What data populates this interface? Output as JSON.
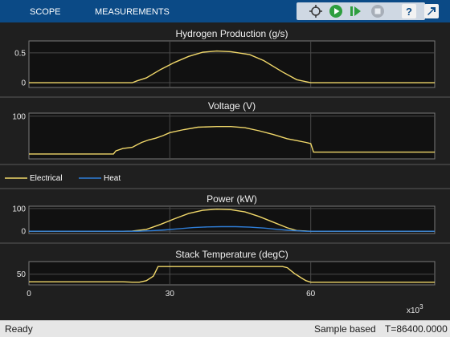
{
  "toolbar": {
    "tabs": [
      {
        "label": "SCOPE"
      },
      {
        "label": "MEASUREMENTS"
      }
    ],
    "buttons": [
      {
        "name": "highlight-signal",
        "icon": "signal-highlight-icon"
      },
      {
        "name": "run",
        "icon": "play-icon",
        "color": "#2e9e3e"
      },
      {
        "name": "step-forward",
        "icon": "step-forward-icon",
        "color": "#2e9e3e"
      },
      {
        "name": "stop",
        "icon": "stop-icon"
      },
      {
        "name": "help",
        "icon": "help-icon"
      },
      {
        "name": "undock",
        "icon": "expand-arrow-icon"
      }
    ]
  },
  "status": {
    "left": "Ready",
    "mode": "Sample based",
    "time": "T=86400.0000"
  },
  "colors": {
    "electrical": "#f1d86a",
    "heat": "#2f7ed8",
    "grid": "#4a4a4a",
    "axes_bg": "#111111"
  },
  "chart_data": [
    {
      "type": "line",
      "title": "Hydrogen Production (g/s)",
      "xlim": [
        0,
        86400
      ],
      "ylim": [
        -0.08,
        0.7
      ],
      "yticks": [
        {
          "v": 0,
          "label": "0"
        },
        {
          "v": 0.5,
          "label": "0.5"
        }
      ],
      "series": [
        {
          "color": "#f1d86a",
          "points": [
            [
              0,
              0
            ],
            [
              22000,
              0
            ],
            [
              23000,
              0.03
            ],
            [
              25000,
              0.08
            ],
            [
              28000,
              0.22
            ],
            [
              31000,
              0.34
            ],
            [
              34000,
              0.44
            ],
            [
              37000,
              0.51
            ],
            [
              40000,
              0.53
            ],
            [
              43000,
              0.52
            ],
            [
              47000,
              0.47
            ],
            [
              50000,
              0.37
            ],
            [
              54000,
              0.18
            ],
            [
              57000,
              0.05
            ],
            [
              60000,
              0
            ],
            [
              86400,
              0
            ]
          ]
        }
      ]
    },
    {
      "type": "line",
      "title": "Voltage (V)",
      "xlim": [
        0,
        86400
      ],
      "ylim": [
        30,
        105
      ],
      "yticks": [
        {
          "v": 100,
          "label": "100"
        }
      ],
      "series": [
        {
          "color": "#f1d86a",
          "points": [
            [
              0,
              38
            ],
            [
              18000,
              38
            ],
            [
              18500,
              43
            ],
            [
              20000,
              47
            ],
            [
              22000,
              49
            ],
            [
              23000,
              53
            ],
            [
              24000,
              57
            ],
            [
              25500,
              61
            ],
            [
              27000,
              64
            ],
            [
              28500,
              68
            ],
            [
              30000,
              73
            ],
            [
              33000,
              78
            ],
            [
              36000,
              82
            ],
            [
              40000,
              83
            ],
            [
              43000,
              83
            ],
            [
              46000,
              81
            ],
            [
              49000,
              76
            ],
            [
              52000,
              70
            ],
            [
              55000,
              63
            ],
            [
              57000,
              60
            ],
            [
              59000,
              57
            ],
            [
              60000,
              55
            ],
            [
              60600,
              41
            ],
            [
              61000,
              41
            ],
            [
              86400,
              41
            ]
          ]
        }
      ]
    },
    {
      "type": "line",
      "title": "Power (kW)",
      "xlim": [
        0,
        86400
      ],
      "ylim": [
        -10,
        110
      ],
      "yticks": [
        {
          "v": 0,
          "label": "0"
        },
        {
          "v": 100,
          "label": "100"
        }
      ],
      "series": [
        {
          "name": "Electrical",
          "color": "#f1d86a",
          "points": [
            [
              0,
              0
            ],
            [
              20000,
              0
            ],
            [
              22000,
              1
            ],
            [
              25000,
              8
            ],
            [
              28000,
              30
            ],
            [
              31000,
              55
            ],
            [
              34000,
              78
            ],
            [
              37000,
              92
            ],
            [
              40000,
              97
            ],
            [
              43000,
              95
            ],
            [
              46000,
              85
            ],
            [
              49000,
              65
            ],
            [
              52000,
              40
            ],
            [
              55000,
              15
            ],
            [
              57000,
              3
            ],
            [
              60000,
              0
            ],
            [
              86400,
              0
            ]
          ]
        },
        {
          "name": "Heat",
          "color": "#2f7ed8",
          "points": [
            [
              0,
              0
            ],
            [
              23000,
              0
            ],
            [
              26000,
              2
            ],
            [
              29000,
              6
            ],
            [
              32000,
              11
            ],
            [
              35000,
              16
            ],
            [
              38000,
              19
            ],
            [
              41000,
              20
            ],
            [
              44000,
              20
            ],
            [
              47000,
              18
            ],
            [
              50000,
              14
            ],
            [
              53000,
              8
            ],
            [
              56000,
              3
            ],
            [
              59000,
              0
            ],
            [
              86400,
              0
            ]
          ]
        }
      ]
    },
    {
      "type": "line",
      "title": "Stack Temperature (degC)",
      "xlim": [
        0,
        86400
      ],
      "ylim": [
        22,
        83
      ],
      "yticks": [
        {
          "v": 50,
          "label": "50"
        }
      ],
      "xticks": [
        {
          "v": 0,
          "label": "0"
        },
        {
          "v": 30000,
          "label": "30"
        },
        {
          "v": 60000,
          "label": "60"
        }
      ],
      "xexponent": "x10",
      "xexponent_power": "3",
      "series": [
        {
          "color": "#f1d86a",
          "points": [
            [
              0,
              30
            ],
            [
              20000,
              30
            ],
            [
              22000,
              29
            ],
            [
              23500,
              29
            ],
            [
              25000,
              33
            ],
            [
              26500,
              45
            ],
            [
              27500,
              70
            ],
            [
              29000,
              70
            ],
            [
              54000,
              70
            ],
            [
              55000,
              67
            ],
            [
              56500,
              52
            ],
            [
              58000,
              40
            ],
            [
              59000,
              33
            ],
            [
              60000,
              29
            ],
            [
              61000,
              29
            ],
            [
              86400,
              29
            ]
          ]
        }
      ]
    }
  ]
}
